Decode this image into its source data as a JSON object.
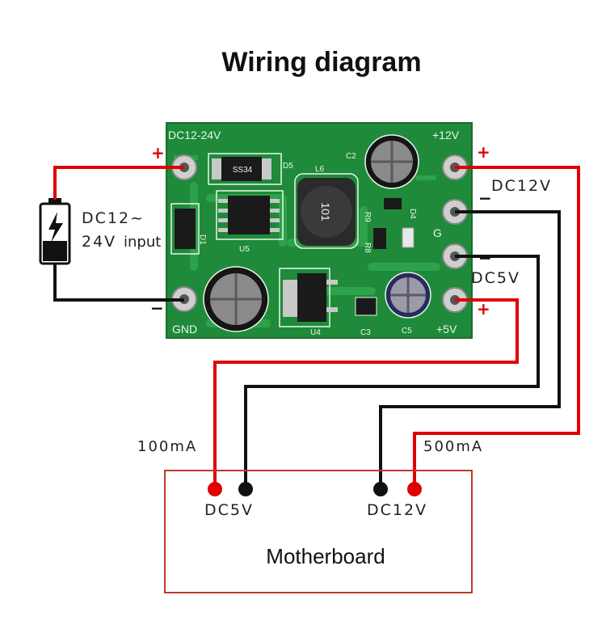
{
  "title": "Wiring diagram",
  "input_label_line1": "DC12~",
  "input_label_line2": "24V",
  "input_label_suffix": "input",
  "board": {
    "dc_in": "DC12-24V",
    "gnd": "GND",
    "plus12": "+12V",
    "plus5": "+5V",
    "g": "G",
    "d5": "D5",
    "l6": "L6",
    "c2": "C2",
    "u5": "U5",
    "u4": "U4",
    "c3": "C3",
    "c5": "C5",
    "r9": "R9",
    "d4": "D4",
    "r8": "R8",
    "d1": "D1",
    "inductor_value": "101",
    "diode_marking": "SS34"
  },
  "output_labels": {
    "dc12v": "DC12V",
    "dc5v": "DC5V"
  },
  "currents": {
    "left": "100mA",
    "right": "500mA"
  },
  "motherboard": {
    "label": "Motherboard",
    "left_connector": "DC5V",
    "right_connector": "DC12V"
  },
  "signs": {
    "plus": "+",
    "minus": "−"
  },
  "colors": {
    "wire_red": "#e00000",
    "wire_black": "#111111",
    "pcb_green": "#1f8a3a",
    "motherboard_border": "#c0392b"
  }
}
